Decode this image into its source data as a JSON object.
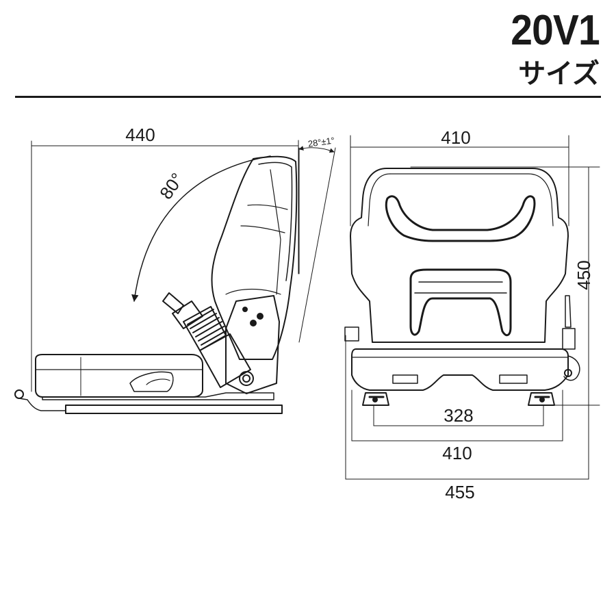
{
  "header": {
    "model": "20V1",
    "size_label": "サイズ"
  },
  "side_view": {
    "width_label": "440",
    "recline_angle_label": "80°",
    "backrest_tilt_label": "28°±1°"
  },
  "front_view": {
    "top_width_label": "410",
    "height_label": "450",
    "rail_width_label": "328",
    "base_width_label": "410",
    "overall_width_label": "455"
  },
  "colors": {
    "line": "#1a1a1a",
    "background": "#ffffff"
  }
}
